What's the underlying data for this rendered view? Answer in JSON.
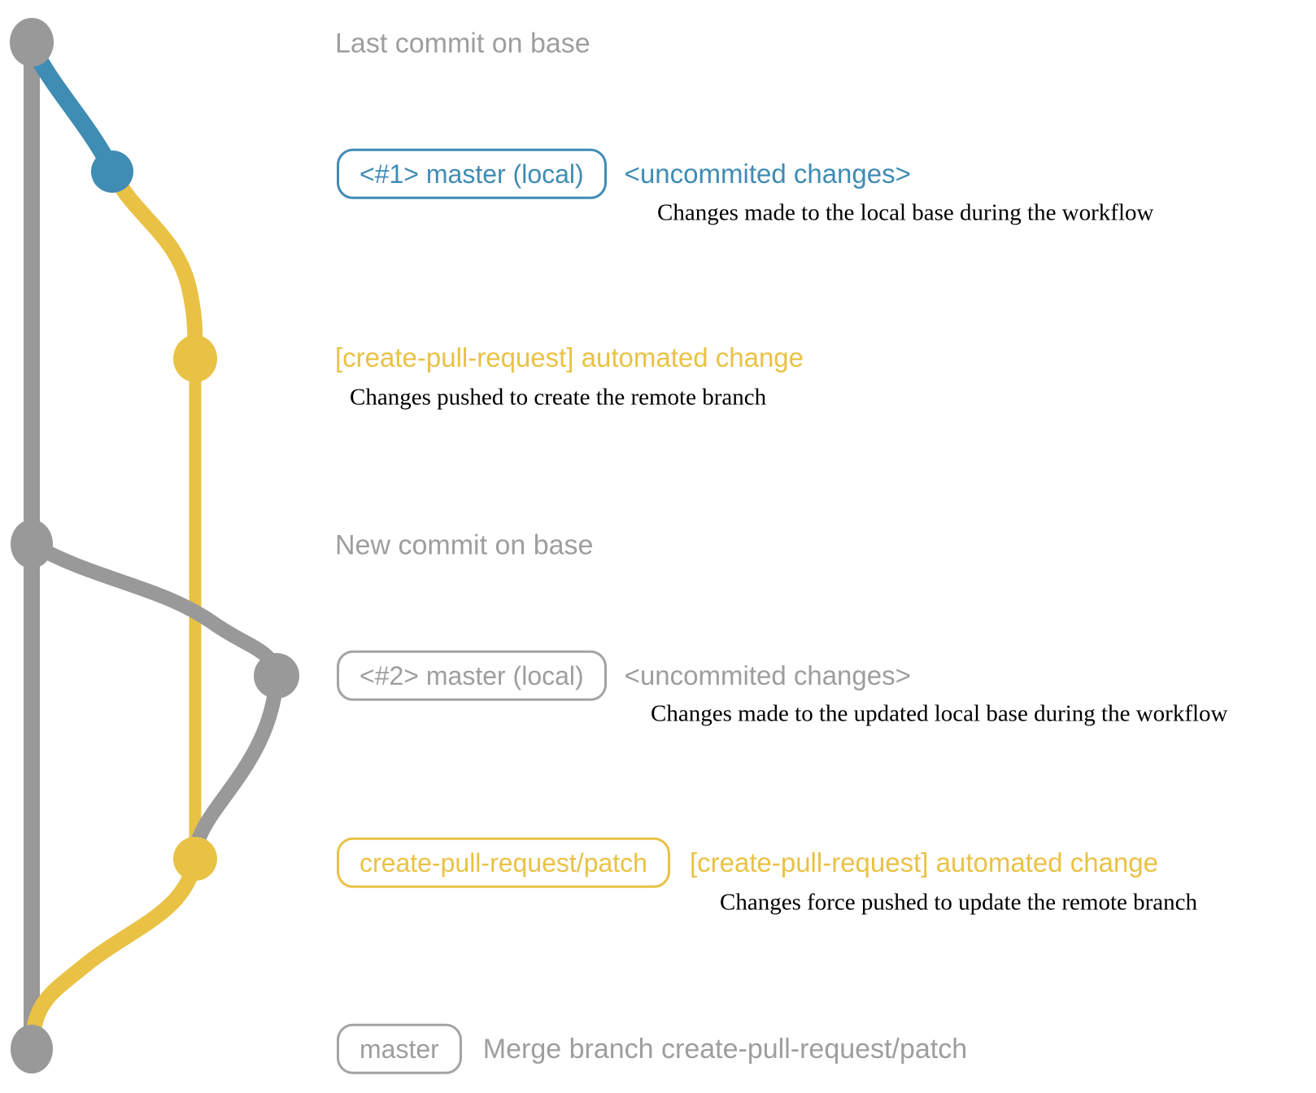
{
  "colors": {
    "graph_gray": "#999999",
    "text_gray": "#9e9e9e",
    "blue": "#3f8cb4",
    "yellow": "#e9c245",
    "description_black": "#000000",
    "background": "#ffffff"
  },
  "graph": {
    "nodes": [
      {
        "id": "last-commit-on-base",
        "color": "gray"
      },
      {
        "id": "local-commit-1",
        "color": "blue"
      },
      {
        "id": "remote-branch-commit-1",
        "color": "yellow"
      },
      {
        "id": "new-commit-on-base",
        "color": "gray"
      },
      {
        "id": "local-commit-2",
        "color": "gray"
      },
      {
        "id": "remote-branch-commit-2",
        "color": "yellow"
      },
      {
        "id": "merge-commit",
        "color": "gray"
      }
    ],
    "branches": [
      {
        "id": "base-branch",
        "color": "gray"
      },
      {
        "id": "local-work-branch-1",
        "color": "blue"
      },
      {
        "id": "create-pull-request-patch-branch",
        "color": "yellow"
      },
      {
        "id": "local-work-branch-2",
        "color": "gray"
      }
    ]
  },
  "labels": {
    "last_commit": "Last commit on base",
    "new_commit": "New commit on base"
  },
  "rows": {
    "local1": {
      "badge": "<#1> master (local)",
      "annotation": "<uncommited changes>",
      "description": "Changes made to the local base during the workflow"
    },
    "remote1": {
      "title": "[create-pull-request] automated change",
      "description": "Changes pushed to create the remote branch"
    },
    "local2": {
      "badge": "<#2> master (local)",
      "annotation": "<uncommited changes>",
      "description": "Changes made to the updated local base during the workflow"
    },
    "remote2": {
      "badge": "create-pull-request/patch",
      "annotation": "[create-pull-request] automated change",
      "description": "Changes force pushed to update the remote branch"
    },
    "merge": {
      "badge": "master",
      "description": "Merge branch create-pull-request/patch"
    }
  }
}
